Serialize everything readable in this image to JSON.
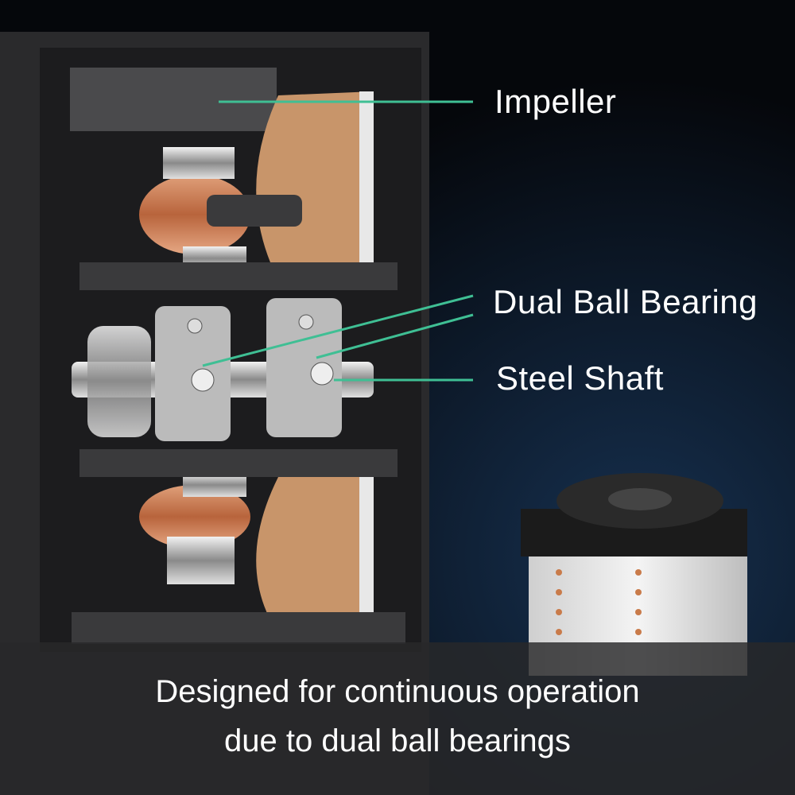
{
  "labels": {
    "impeller": "Impeller",
    "dual_ball_bearing": "Dual Ball Bearing",
    "steel_shaft": "Steel Shaft"
  },
  "caption": {
    "line1": "Designed for continuous operation",
    "line2": "due to dual ball bearings"
  },
  "colors": {
    "leader_line": "#3fbf94",
    "background": "#05070b",
    "caption_band": "#28282a"
  }
}
